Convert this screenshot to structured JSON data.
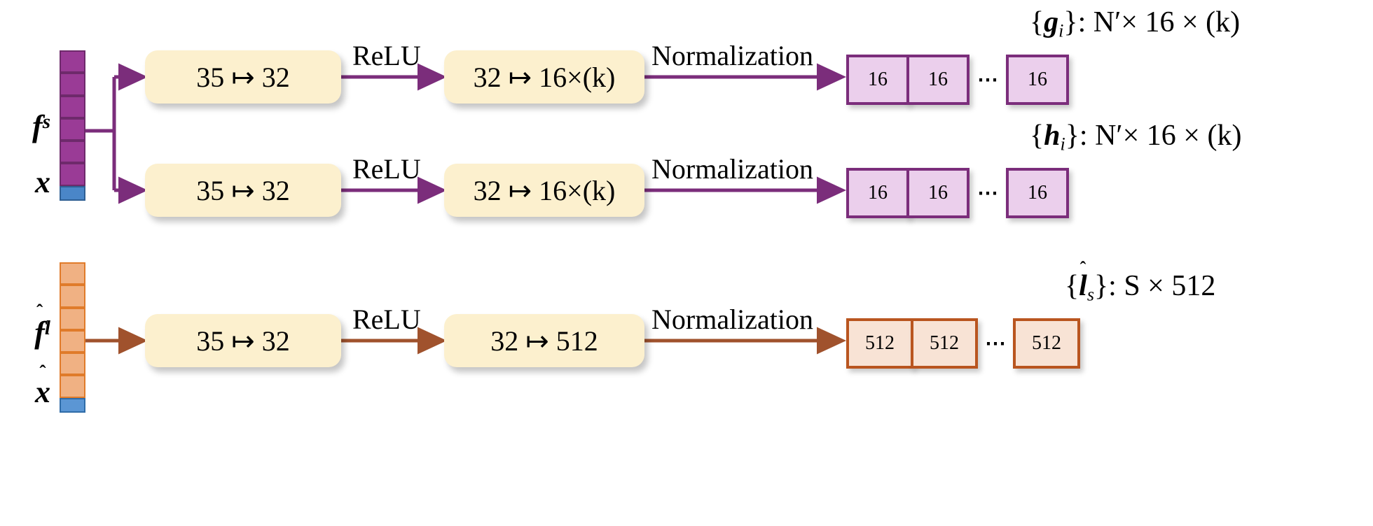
{
  "diagram": {
    "title": "Two-branch MLP encoder architecture",
    "colors": {
      "purple_fill": "#9A3B96",
      "purple_stroke": "#6E2A6B",
      "purple_arrow": "#7B2D7B",
      "purple_out_fill": "#EBCFEC",
      "orange_fill": "#F0B183",
      "orange_stroke": "#E07B2A",
      "orange_arrow": "#A0522D",
      "orange_out_fill": "#F8E3D5",
      "blue_fill": "#4A86C8",
      "box_fill": "#FCF0CE"
    }
  },
  "inputs": {
    "short": {
      "feature_label": "f",
      "feature_sup": "s",
      "coord_label": "x",
      "cells": 6,
      "blue_cells": 1
    },
    "long": {
      "feature_label": "f",
      "feature_sup": "l",
      "coord_label": "x",
      "cells": 6,
      "blue_cells": 1
    }
  },
  "branches": [
    {
      "id": "g",
      "mlp1": "35  ↦ 32",
      "activation": "ReLU",
      "mlp2": "32  ↦ 16×(k)",
      "norm": "Normalization",
      "output_caption_set": "{g",
      "output_caption": "}: N′× 16 × (k)",
      "output_cells": [
        "16",
        "16",
        "16"
      ],
      "ellipsis": "⋯"
    },
    {
      "id": "h",
      "mlp1": "35  ↦ 32",
      "activation": "ReLU",
      "mlp2": "32  ↦ 16×(k)",
      "norm": "Normalization",
      "output_caption_set": "{h",
      "output_caption": "}: N′× 16 × (k)",
      "output_cells": [
        "16",
        "16",
        "16"
      ],
      "ellipsis": "⋯"
    },
    {
      "id": "l",
      "mlp1": "35  ↦ 32",
      "activation": "ReLU",
      "mlp2": "32  ↦  512",
      "norm": "Normalization",
      "output_caption_set": "{l",
      "output_caption": "}: S × 512",
      "output_cells": [
        "512",
        "512",
        "512"
      ],
      "ellipsis": "⋯"
    }
  ]
}
